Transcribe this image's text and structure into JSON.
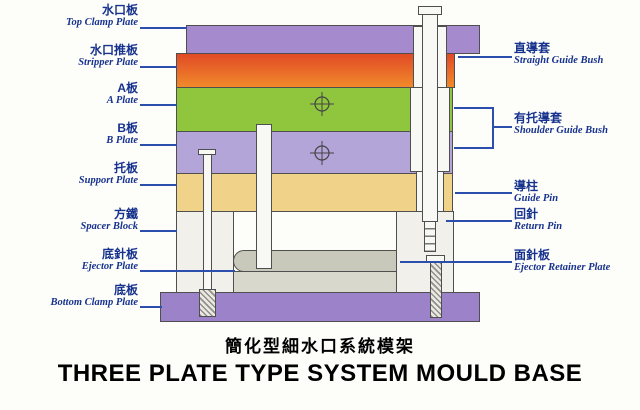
{
  "titles": {
    "zh": "簡化型細水口系統模架",
    "en": "THREE PLATE TYPE SYSTEM MOULD BASE"
  },
  "labels": {
    "left": [
      {
        "zh": "水口板",
        "en": "Top Clamp Plate"
      },
      {
        "zh": "水口推板",
        "en": "Stripper Plate"
      },
      {
        "zh": "A板",
        "en": "A Plate"
      },
      {
        "zh": "B板",
        "en": "B Plate"
      },
      {
        "zh": "托板",
        "en": "Support Plate"
      },
      {
        "zh": "方鐵",
        "en": "Spacer Block"
      },
      {
        "zh": "底針板",
        "en": "Ejector Plate"
      },
      {
        "zh": "底板",
        "en": "Bottom Clamp Plate"
      }
    ],
    "right": [
      {
        "zh": "直導套",
        "en": "Straight Guide Bush"
      },
      {
        "zh": "有托導套",
        "en": "Shoulder Guide Bush"
      },
      {
        "zh": "導柱",
        "en": "Guide Pin"
      },
      {
        "zh": "回針",
        "en": "Return Pin"
      },
      {
        "zh": "面針板",
        "en": "Ejector Retainer Plate"
      }
    ]
  },
  "colors": {
    "top_clamp_plate": "#a58bcd",
    "stripper_top": "#e14a26",
    "stripper_bottom": "#f18a2b",
    "a_plate": "#90c63e",
    "b_plate": "#b3a5d7",
    "support_plate": "#f0d288",
    "spacer_block": "#f2f0ea",
    "retainer_plate": "#c9c9bb",
    "ejector_plate": "#d8d8cc",
    "bottom_clamp_plate": "#9c82c8",
    "pin_fill": "#f8f8f4",
    "outline": "#4f4f4f",
    "label_text": "#17338e",
    "leader_line": "#2c4fae",
    "title_text": "#000000"
  }
}
